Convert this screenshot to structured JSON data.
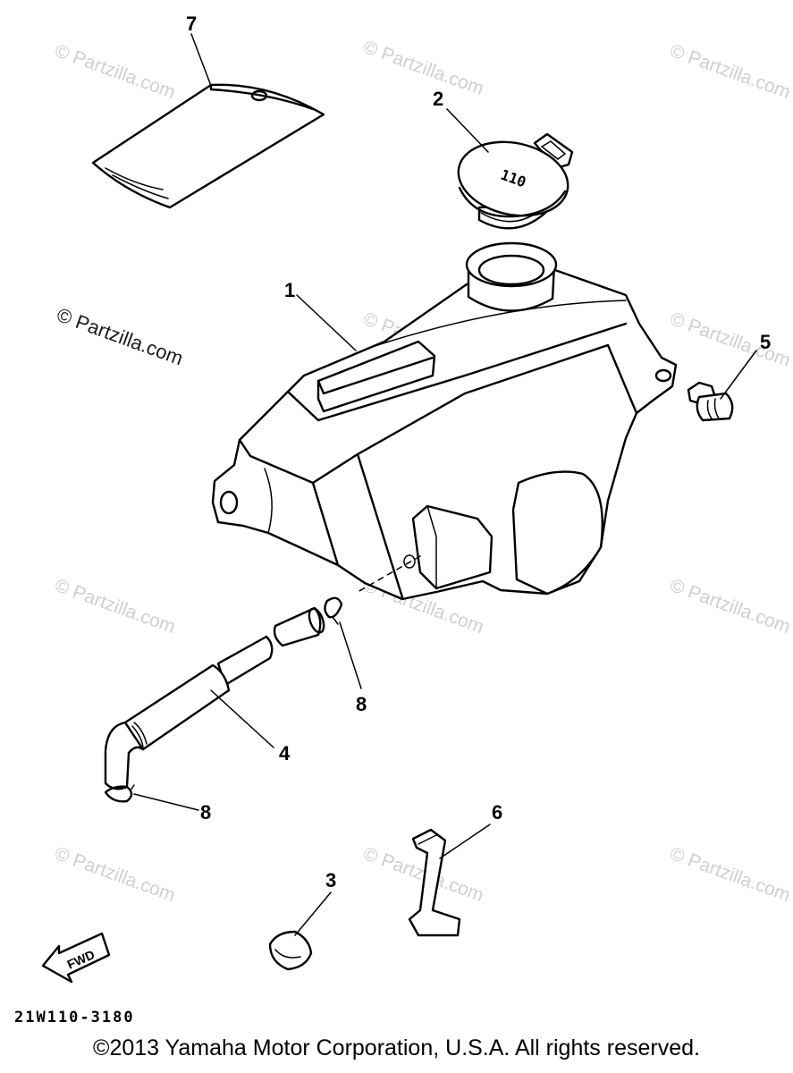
{
  "diagram": {
    "callouts": [
      "7",
      "2",
      "1",
      "5",
      "8",
      "4",
      "8",
      "6",
      "3"
    ],
    "cap_text": "110",
    "fwd_label": "FWD",
    "watermark": "© Partzilla.com",
    "diagram_code": "21W110-3180",
    "copyright": "©2013 Yamaha Motor Corporation, U.S.A. All rights reserved."
  }
}
